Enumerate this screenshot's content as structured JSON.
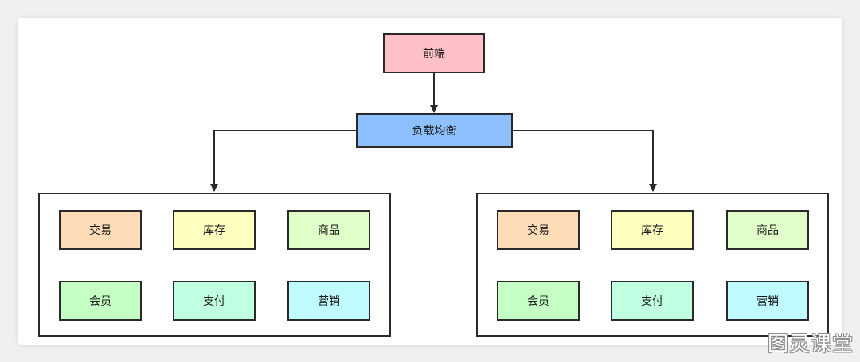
{
  "diagram": {
    "top_node": {
      "label": "前端",
      "color": "#ffc0c8"
    },
    "middle_node": {
      "label": "负载均衡",
      "color": "#8ec0ff"
    },
    "clusters": [
      {
        "modules": [
          {
            "label": "交易",
            "color": "#ffdcb8"
          },
          {
            "label": "库存",
            "color": "#ffffc0"
          },
          {
            "label": "商品",
            "color": "#e0ffc8"
          },
          {
            "label": "会员",
            "color": "#c4ffc4"
          },
          {
            "label": "支付",
            "color": "#c0ffe0"
          },
          {
            "label": "营销",
            "color": "#c0fcff"
          }
        ]
      },
      {
        "modules": [
          {
            "label": "交易",
            "color": "#ffdcb8"
          },
          {
            "label": "库存",
            "color": "#ffffc0"
          },
          {
            "label": "商品",
            "color": "#e0ffc8"
          },
          {
            "label": "会员",
            "color": "#c4ffc4"
          },
          {
            "label": "支付",
            "color": "#c0ffe0"
          },
          {
            "label": "营销",
            "color": "#c0fcff"
          }
        ]
      }
    ],
    "edges": [
      {
        "from": "前端",
        "to": "负载均衡"
      },
      {
        "from": "负载均衡",
        "to": "cluster-left"
      },
      {
        "from": "负载均衡",
        "to": "cluster-right"
      }
    ]
  },
  "watermark": "图灵课堂"
}
